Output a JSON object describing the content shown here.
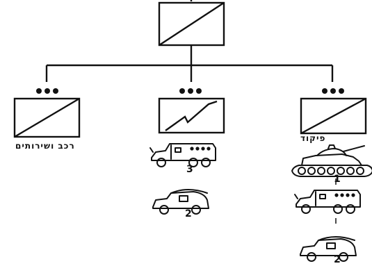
{
  "diagram": {
    "type": "military-org-chart",
    "symbols": {
      "hq": "armored-unit-symbol",
      "units": [
        "armored-unit-symbol",
        "armored-signal-unit-symbol",
        "armored-unit-symbol"
      ],
      "size_marker": "company-dots"
    },
    "labels": {
      "services": "רכב ושירותים",
      "command": "פיקוד"
    },
    "vehicle_counts": {
      "command_apc": "1",
      "command_jeep": "2",
      "signal_apc": "3",
      "signal_jeep": "2"
    },
    "vehicles": {
      "command": [
        "tank-icon",
        "armored-car-icon",
        "jeep-icon"
      ],
      "signal": [
        "armored-car-icon",
        "jeep-icon"
      ]
    },
    "colors": {
      "ink": "#111111",
      "background": "#ffffff"
    }
  }
}
